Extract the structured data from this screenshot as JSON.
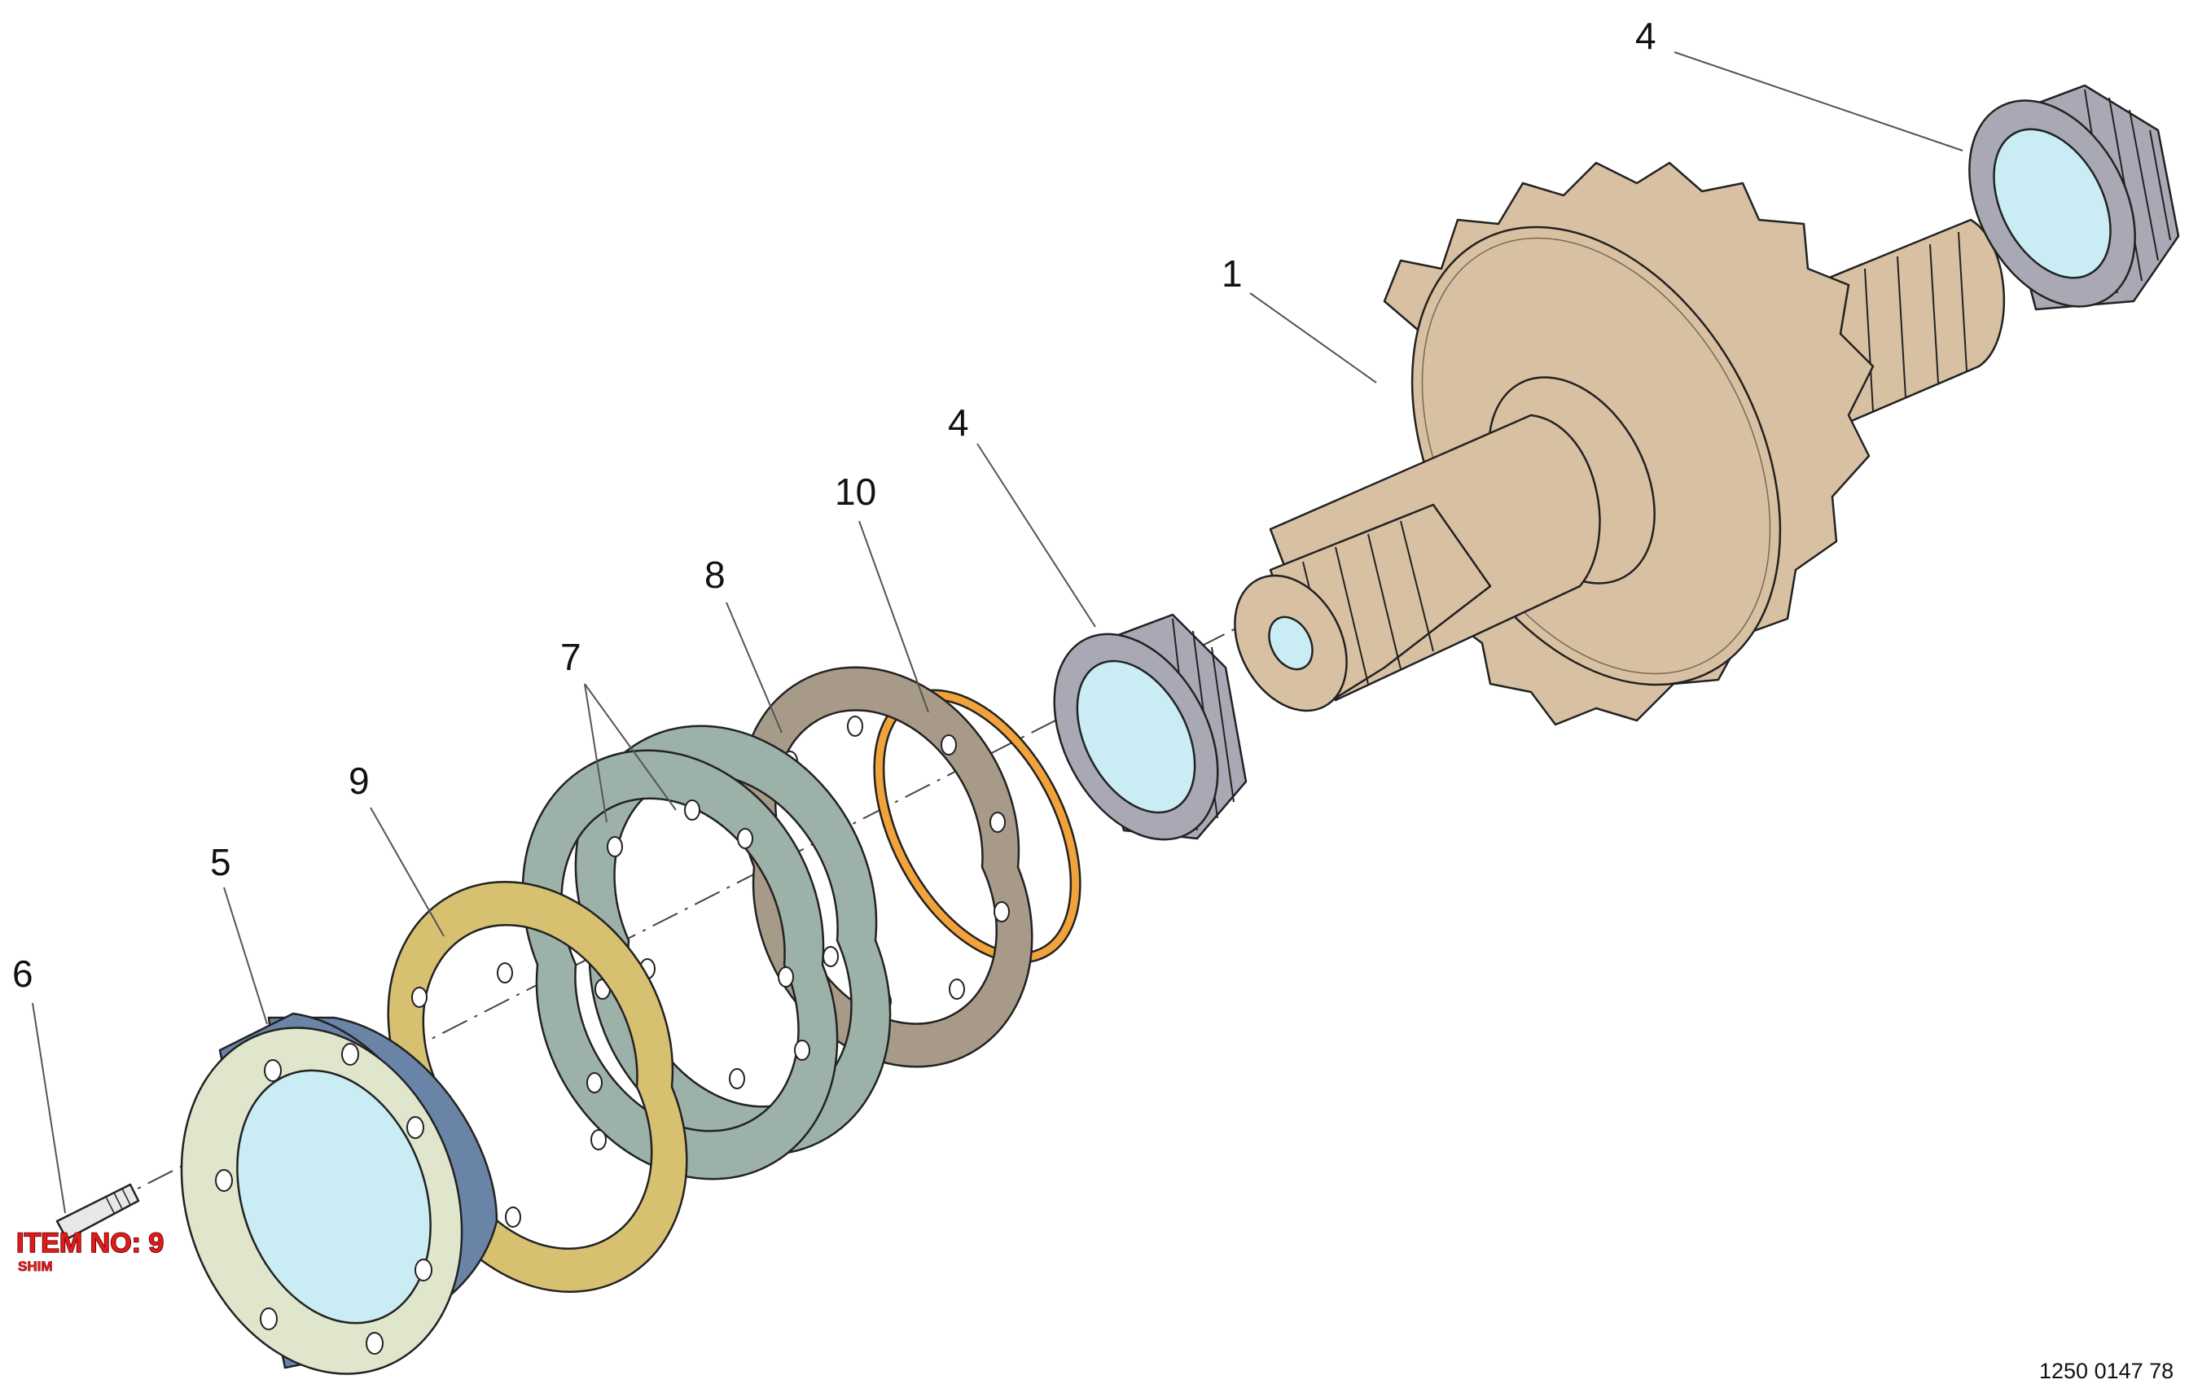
{
  "figure": {
    "document_number": "1250 0147 78",
    "callouts": {
      "shaft": "1",
      "bearing_right": "4",
      "bearing_left": "4",
      "housing": "5",
      "stud": "6",
      "shims": "7",
      "gasket": "8",
      "shim": "9",
      "oring": "10"
    },
    "highlight": {
      "title": "ITEM NO: 9",
      "subtitle": "SHIM"
    },
    "colors": {
      "shaft": "#d8c0a2",
      "bearing_race": "#a9a9b5",
      "bearing_bore": "#c9ecf5",
      "housing_face": "#dfe6cc",
      "housing_body": "#6a84a8",
      "shim_green": "#9cb2a8",
      "gasket": "#a89a88",
      "shim_yellow": "#d7c070",
      "oring": "#f2a23a",
      "tag_red": "#e01b1b"
    }
  }
}
